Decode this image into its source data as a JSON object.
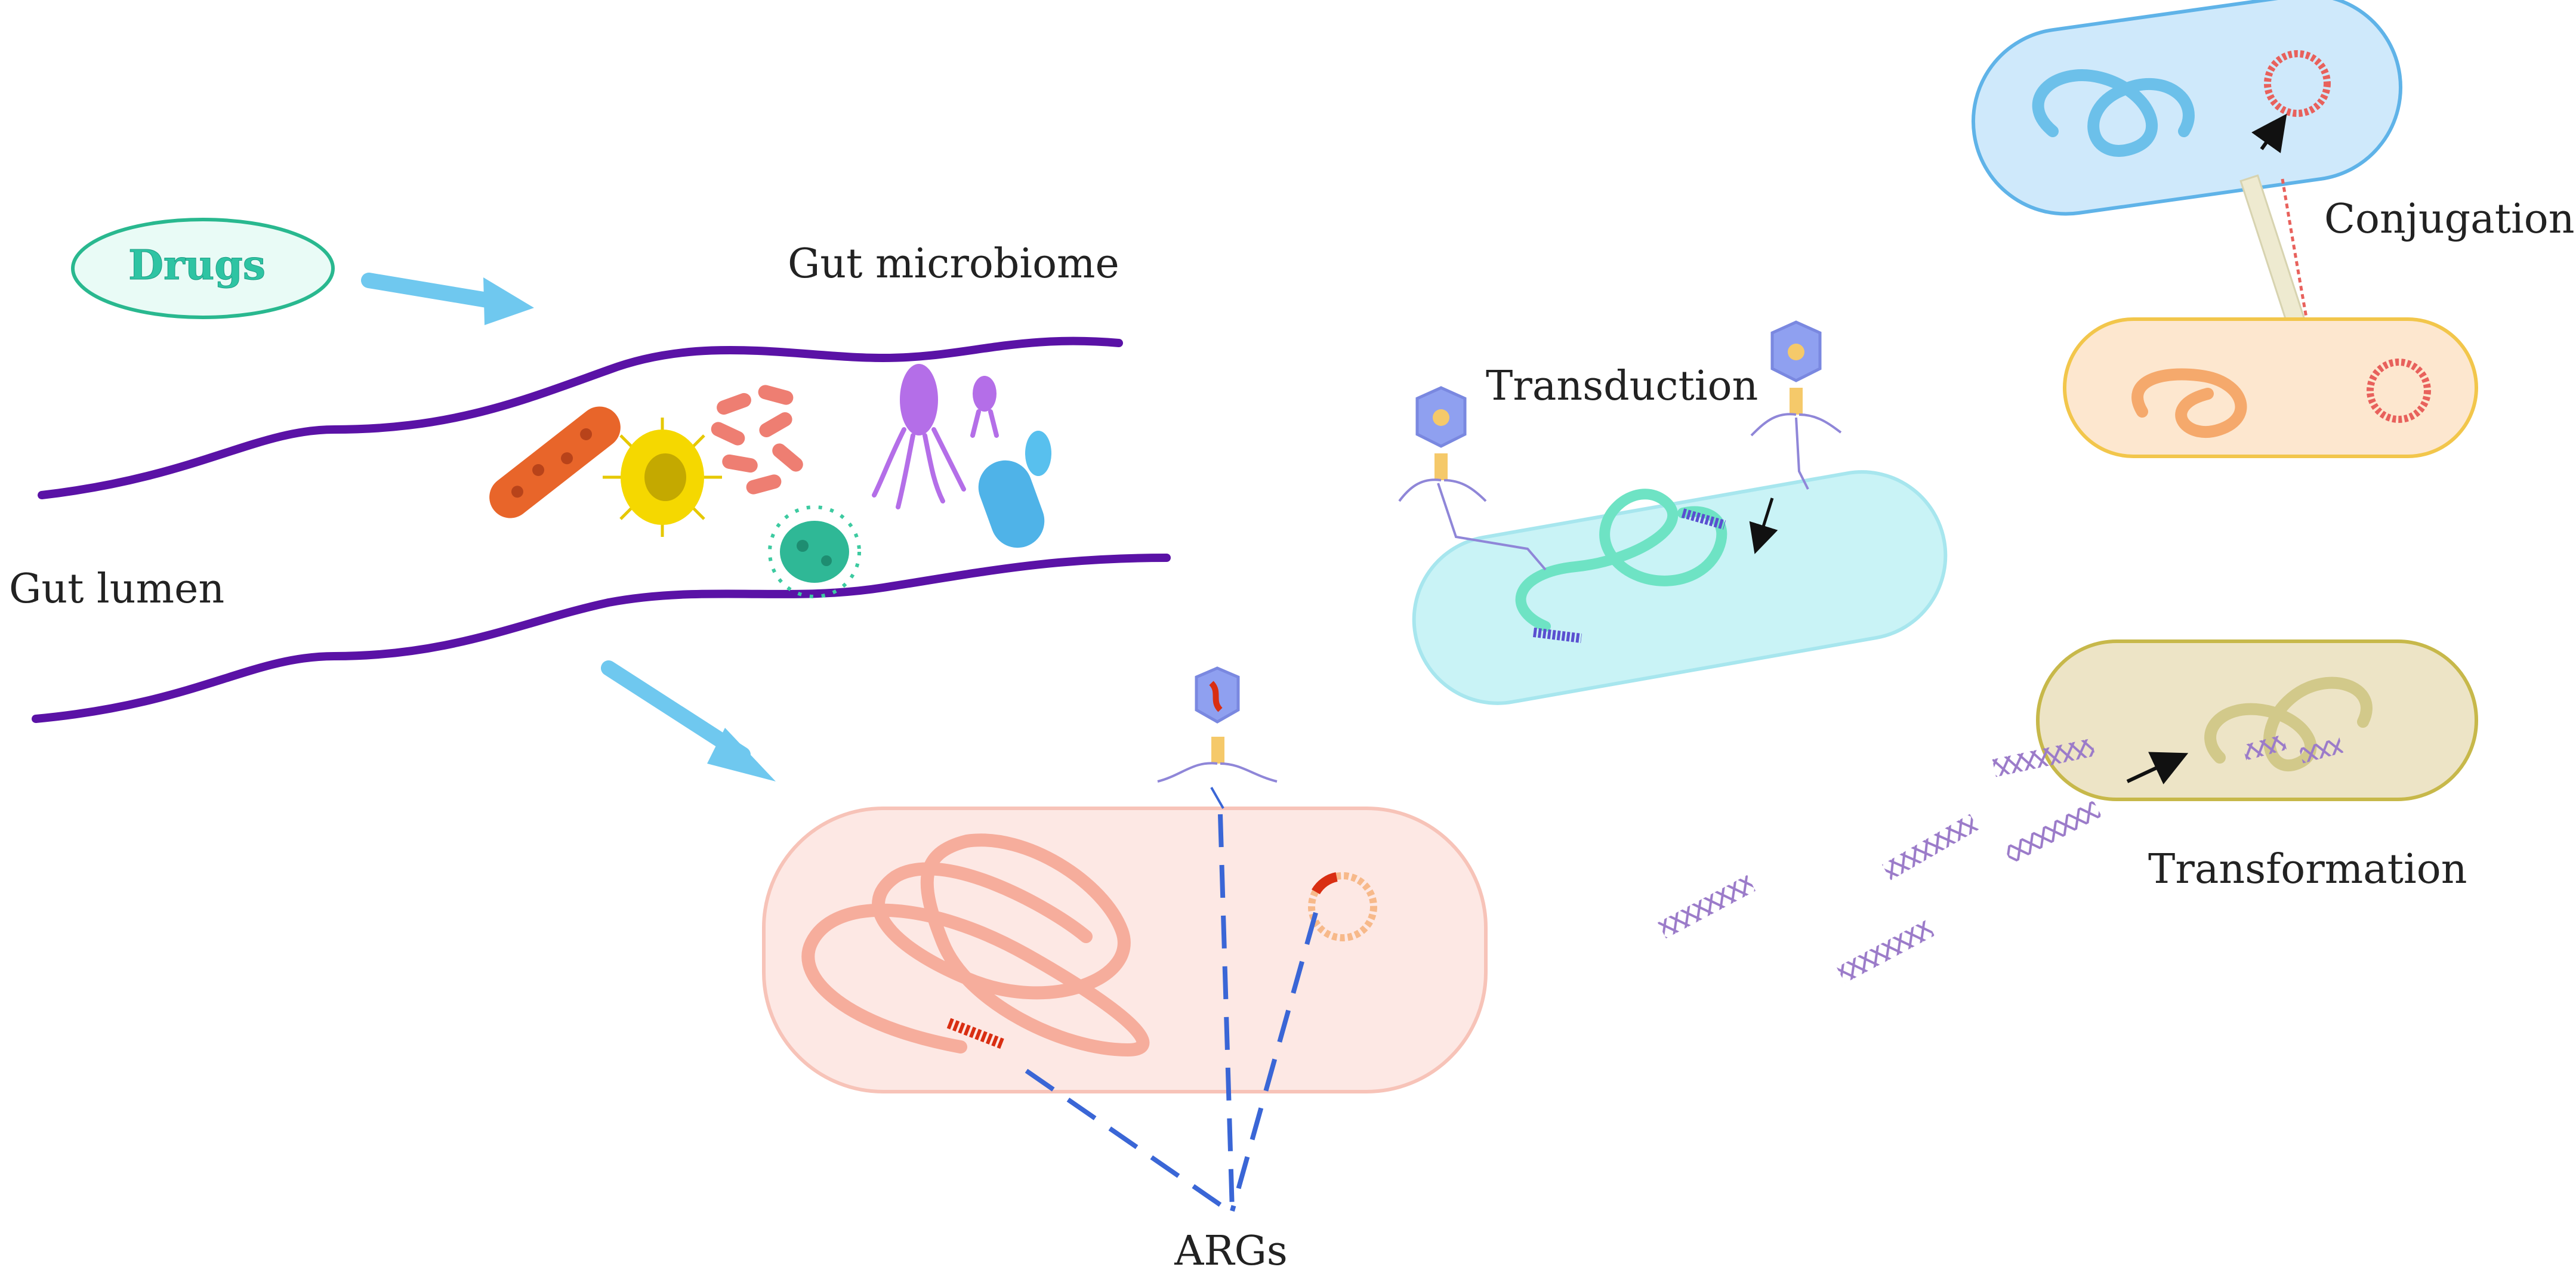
{
  "labels": {
    "drugs": "Drugs",
    "gut_microbiome": "Gut microbiome",
    "gut_lumen": "Gut  lumen",
    "transduction": "Transduction",
    "conjugation": "Conjugation",
    "transformation": "Transformation",
    "args": "ARGs"
  },
  "colors": {
    "drugs_text": "#2ec4a3",
    "drugs_border": "#29b88f",
    "drugs_fill": "#e9fbf6",
    "flow_arrow": "#6fc8ef",
    "gut_wall": "#5a12a6",
    "args_dash": "#3a66d6",
    "cell_pink": "#fde8e4",
    "cell_cyan": "#c9f3f6",
    "cell_blue": "#cfe9fb",
    "cell_orange": "#fde7cf",
    "cell_olive": "#ede4c6",
    "phage_head": "#8fa0f0",
    "phage_tail": "#f5c96a",
    "plasmid_red": "#e8615c",
    "arg_red": "#d92e12"
  },
  "icons": [
    "drugs-ellipse",
    "flow-arrow-icon",
    "bacterium-icon",
    "phage-icon",
    "plasmid-icon",
    "dna-helix-icon",
    "conjugation-pilus-icon"
  ]
}
